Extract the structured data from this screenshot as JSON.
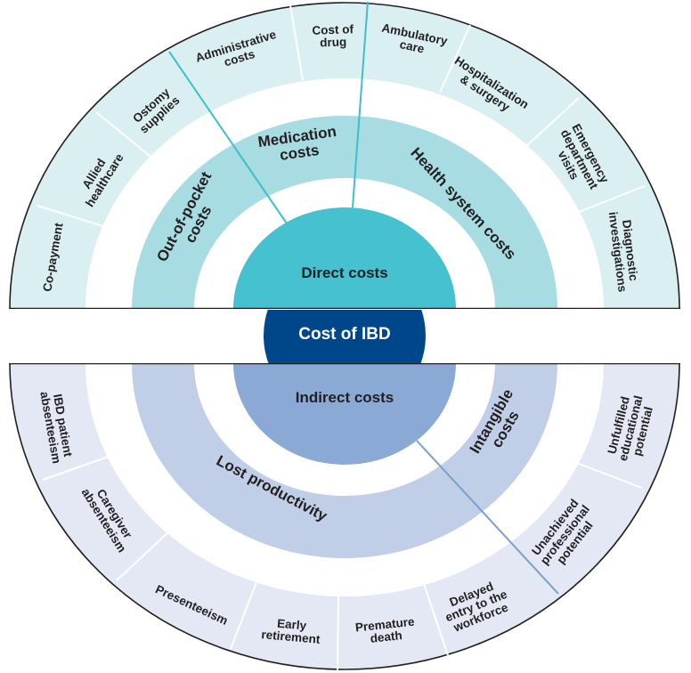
{
  "title": "Cost of IBD",
  "colors": {
    "center": "#00468b",
    "direct_core": "#45c1cf",
    "direct_mid": "#a8dce3",
    "direct_outer": "#daeff1",
    "direct_divider": "#3fbecc",
    "indirect_core": "#8aaad5",
    "indirect_mid": "#c0cfe7",
    "indirect_outer": "#e3e8f4",
    "indirect_divider": "#7a9fcd",
    "outline": "#231f20"
  },
  "direct": {
    "label": "Direct costs",
    "categories": [
      {
        "label": "Out-of-pocket\ncosts",
        "items": [
          "Co-payment",
          "Allied\nhealthcare",
          "Ostomy\nsupplies"
        ]
      },
      {
        "label": "Medication\ncosts",
        "items": [
          "Administrative\ncosts",
          "Cost of\ndrug"
        ]
      },
      {
        "label": "Health system costs",
        "items": [
          "Ambulatory\ncare",
          "Hospitalization\n& surgery",
          "Emergency\ndepartment\nvisits",
          "Diagnostic\ninvestigations"
        ]
      }
    ]
  },
  "indirect": {
    "label": "Indirect costs",
    "categories": [
      {
        "label": "Lost productivity",
        "items": [
          "IBD patient\nabsenteeism",
          "Caregiver\nabsenteeism",
          "Presenteeism",
          "Early\nretirement",
          "Premature\ndeath",
          "Delayed\nentry to the\nworkforce"
        ]
      },
      {
        "label": "Intangible\ncosts",
        "items": [
          "Unachieved\nprofessional\npotential",
          "Unfulfilled\neducational\npotential"
        ]
      }
    ]
  }
}
